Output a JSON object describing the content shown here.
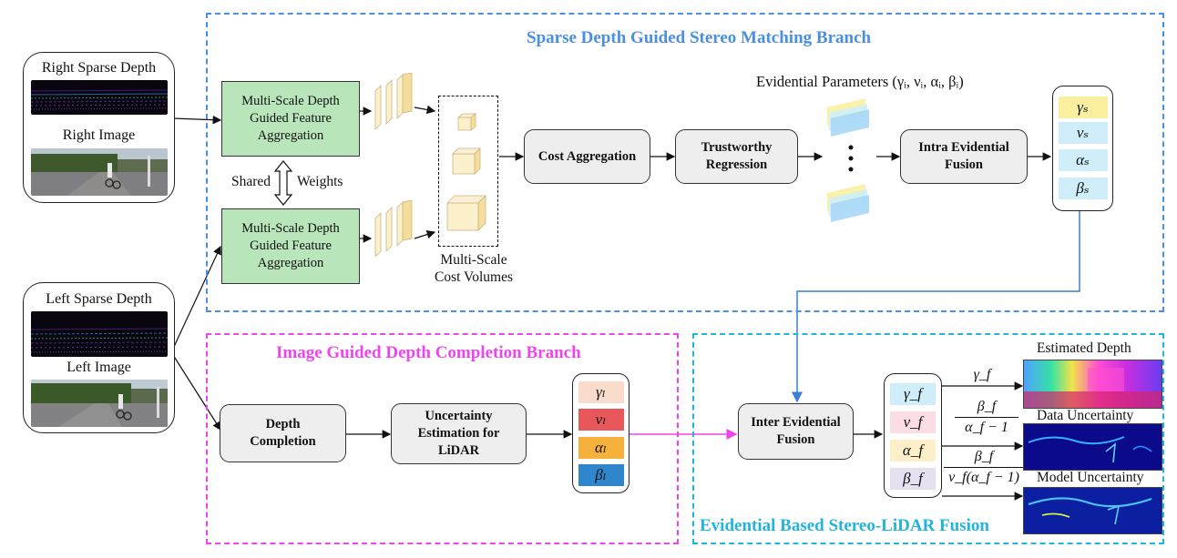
{
  "branches": {
    "stereo": "Sparse Depth Guided Stereo Matching Branch",
    "completion": "Image Guided Depth Completion Branch",
    "fusion": "Evidential Based Stereo-LiDAR Fusion"
  },
  "inputs": {
    "right_depth": "Right Sparse Depth",
    "right_image": "Right Image",
    "left_depth": "Left Sparse Depth",
    "left_image": "Left Image"
  },
  "shared_weights": {
    "left": "Shared",
    "right": "Weights"
  },
  "feature_agg": {
    "line1": "Multi-Scale Depth",
    "line2": "Guided Feature",
    "line3": "Aggregation"
  },
  "cost_volumes": {
    "line1": "Multi-Scale",
    "line2": "Cost Volumes"
  },
  "cost_aggregation": "Cost Aggregation",
  "trustworthy": {
    "line1": "Trustworthy",
    "line2": "Regression"
  },
  "evidential_params": "Evidential Parameters (γᵢ, νᵢ, αᵢ, βᵢ)",
  "intra_fusion": {
    "line1": "Intra Evidential",
    "line2": "Fusion"
  },
  "params_s": [
    "γₛ",
    "νₛ",
    "αₛ",
    "βₛ"
  ],
  "depth_completion": {
    "line1": "Depth",
    "line2": "Completion"
  },
  "uncertainty": {
    "line1": "Uncertainty",
    "line2": "Estimation for",
    "line3": "LiDAR"
  },
  "params_l": [
    "γₗ",
    "νₗ",
    "αₗ",
    "βₗ"
  ],
  "inter_fusion": {
    "line1": "Inter Evidential",
    "line2": "Fusion"
  },
  "params_f": [
    "γ_f",
    "ν_f",
    "α_f",
    "β_f"
  ],
  "outputs": {
    "estimated_depth": "Estimated Depth",
    "data_uncertainty": "Data Uncertainty",
    "model_uncertainty": "Model Uncertainty"
  },
  "formulas": {
    "gamma": "γ_f",
    "data_num": "β_f",
    "data_den": "α_f − 1",
    "model_num": "β_f",
    "model_den": "ν_f(α_f − 1)"
  },
  "colors": {
    "stereo_border": "#4a8fe0",
    "completion_border": "#ee44ee",
    "fusion_border": "#22b4e0",
    "feature_box": "#b9e5bb",
    "gamma_s": "#fbf0a0",
    "param_s": "#cfeef9",
    "gamma_l": "#f9dccb",
    "nu_l": "#e8585a",
    "alpha_l": "#f6b03c",
    "beta_l": "#2f86cc",
    "gamma_f": "#cfeef9",
    "nu_f": "#fbdde6",
    "alpha_f": "#fdefc8",
    "beta_f": "#e6e1f0"
  }
}
